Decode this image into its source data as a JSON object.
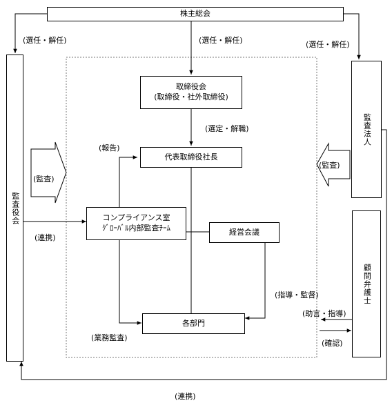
{
  "nodes": {
    "shareholders": "株主総会",
    "board_line1": "取締役会",
    "board_line2": "(取締役・社外取締役)",
    "president": "代表取締役社長",
    "compliance_line1": "コンプライアンス室",
    "compliance_line2": "ｸﾞﾛｰﾊﾞﾙ内部監査ﾁｰﾑ",
    "management": "経営会議",
    "departments": "各部門",
    "auditors_board": "監査役会",
    "audit_firm": "監査法人",
    "lawyer": "顧問弁護士"
  },
  "labels": {
    "elect_left": "(選任・解任)",
    "elect_center": "(選任・解任)",
    "elect_right": "(選任・解任)",
    "appoint": "(選定・解職)",
    "report": "(報告)",
    "audit_left": "(監査)",
    "audit_right": "(監査)",
    "coop_left": "(連携)",
    "guidance": "(指導・監督)",
    "business_audit": "(業務監査)",
    "advice": "(助言・指導)",
    "confirm": "(確認)",
    "coop_bottom": "(連携)"
  }
}
